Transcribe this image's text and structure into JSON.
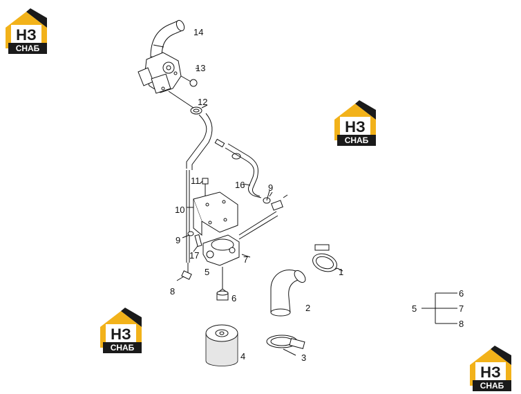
{
  "watermark": {
    "letters": "НЗ",
    "caption": "СНАБ",
    "color_primary": "#f2b21a",
    "color_dark": "#1a1a1a"
  },
  "labels": {
    "l1": "1",
    "l2": "2",
    "l3": "3",
    "l4": "4",
    "l5": "5",
    "l6": "6",
    "l7": "7",
    "l8": "8",
    "l9a": "9",
    "l9b": "9",
    "l10": "10",
    "l11": "11",
    "l12": "12",
    "l13": "13",
    "l14": "14",
    "l16": "16",
    "l17": "17"
  },
  "legend": {
    "parent": "5",
    "children": [
      "6",
      "7",
      "8"
    ]
  }
}
